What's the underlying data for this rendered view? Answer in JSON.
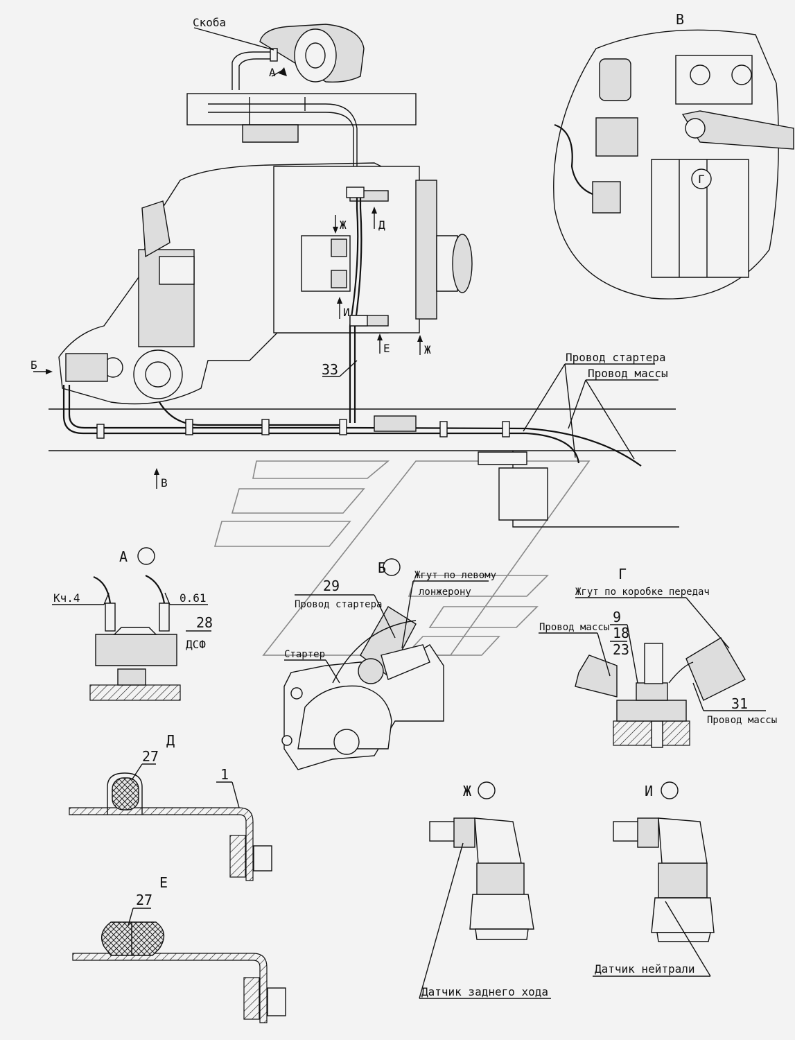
{
  "labels": {
    "skoba": "Скоба",
    "arrow_a": "А",
    "arrow_b": "Б",
    "arrow_v": "В",
    "arrow_g": "Г",
    "arrow_d": "Д",
    "arrow_e": "Е",
    "arrow_zh": "Ж",
    "arrow_i": "И",
    "num_33": "33",
    "provod_startera": "Провод стартера",
    "provod_massy": "Провод массы"
  },
  "view_v": {
    "title": "В",
    "g_marker": "Г"
  },
  "view_a": {
    "title": "А",
    "wire_left": "Кч.4",
    "wire_right": "0.61",
    "num": "28",
    "part": "ДСФ"
  },
  "view_b": {
    "title": "Б",
    "num": "29",
    "provod_startera": "Провод стартера",
    "harness_line1": "Жгут по левому",
    "harness_line2": "лонжерону",
    "starter": "Стартер"
  },
  "view_g": {
    "title": "Г",
    "harness": "Жгут по коробке передач",
    "provod_massy_left": "Провод массы",
    "num_9": "9",
    "num_18": "18",
    "num_23": "23",
    "num_31": "31",
    "provod_massy_right": "Провод массы"
  },
  "view_d": {
    "title": "Д",
    "num_27": "27",
    "num_1": "1"
  },
  "view_e": {
    "title": "Е",
    "num_27": "27"
  },
  "view_zh": {
    "title": "Ж",
    "sensor": "Датчик заднего хода"
  },
  "view_i": {
    "title": "И",
    "sensor": "Датчик нейтрали"
  }
}
